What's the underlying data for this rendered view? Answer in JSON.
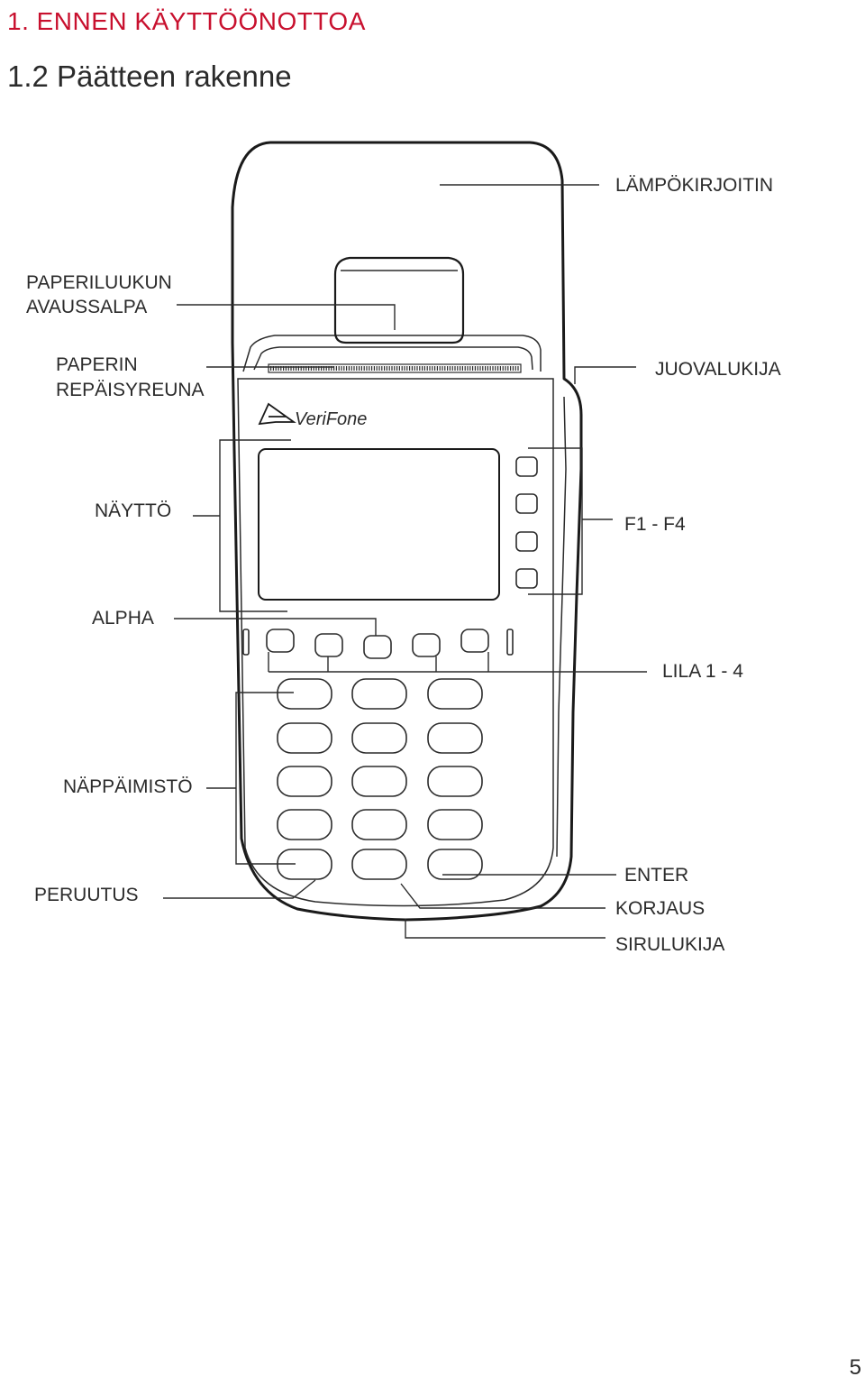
{
  "header": {
    "section": "1. ENNEN KÄYTTÖÖNOTTOA",
    "subsection": "1.2 Päätteen rakenne"
  },
  "device": {
    "brand": "VeriFone"
  },
  "labels": {
    "lampokirjoitin": "LÄMPÖKIRJOITIN",
    "paperiluukun_1": "PAPERILUUKUN",
    "paperiluukun_2": "AVAUSSALPA",
    "paperin_1": "PAPERIN",
    "paperin_2": "REPÄISYREUNA",
    "juovalukija": "JUOVALUKIJA",
    "naytto": "NÄYTTÖ",
    "f_keys": "F1 - F4",
    "alpha": "ALPHA",
    "lila": "LILA 1 - 4",
    "nappaimisto": "NÄPPÄIMISTÖ",
    "peruutus": "PERUUTUS",
    "enter": "ENTER",
    "korjaus": "KORJAUS",
    "sirulukija": "SIRULUKIJA"
  },
  "page": {
    "number": "5"
  }
}
